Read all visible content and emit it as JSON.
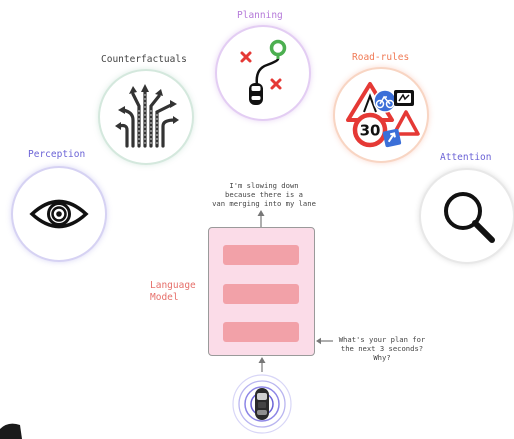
{
  "nodes": {
    "planning": {
      "label": "Planning",
      "color": "#b57ad9"
    },
    "counterfactuals": {
      "label": "Counterfactuals",
      "color": "#444444"
    },
    "road_rules": {
      "label": "Road-rules",
      "color": "#f07a55"
    },
    "perception": {
      "label": "Perception",
      "color": "#6b63d6"
    },
    "attention": {
      "label": "Attention",
      "color": "#6b63d6"
    }
  },
  "language_model": {
    "label_line1": "Language",
    "label_line2": "Model",
    "color": "#e6706b"
  },
  "output_caption": {
    "line1": "I'm slowing down",
    "line2": "because there is a",
    "line3": "van merging into my lane"
  },
  "question_caption": {
    "line1": "What's your plan for",
    "line2": "the next 3 seconds?",
    "line3": "Why?"
  },
  "road_sign": {
    "speed_limit": "30"
  },
  "icons": [
    "eye-icon",
    "magnifier-icon",
    "route-plan-icon",
    "branching-arrows-icon",
    "road-signs-icon",
    "car-icon"
  ]
}
